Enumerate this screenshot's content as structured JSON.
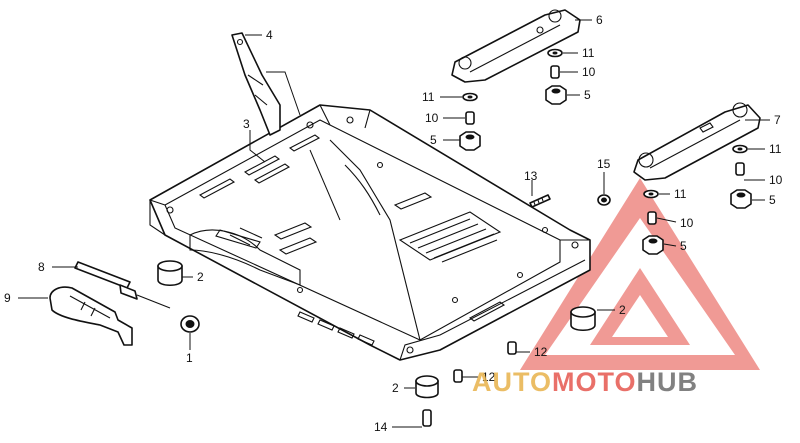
{
  "diagram": {
    "callouts": [
      {
        "id": "c4",
        "text": "4"
      },
      {
        "id": "c3",
        "text": "3"
      },
      {
        "id": "c6",
        "text": "6"
      },
      {
        "id": "c11a",
        "text": "11"
      },
      {
        "id": "c10a",
        "text": "10"
      },
      {
        "id": "c5a",
        "text": "5"
      },
      {
        "id": "c11b",
        "text": "11"
      },
      {
        "id": "c10b",
        "text": "10"
      },
      {
        "id": "c5b",
        "text": "5"
      },
      {
        "id": "c7",
        "text": "7"
      },
      {
        "id": "c11c",
        "text": "11"
      },
      {
        "id": "c10c",
        "text": "10"
      },
      {
        "id": "c5c",
        "text": "5"
      },
      {
        "id": "c13",
        "text": "13"
      },
      {
        "id": "c15",
        "text": "15"
      },
      {
        "id": "c11d",
        "text": "11"
      },
      {
        "id": "c10d",
        "text": "10"
      },
      {
        "id": "c5d",
        "text": "5"
      },
      {
        "id": "c8",
        "text": "8"
      },
      {
        "id": "c2a",
        "text": "2"
      },
      {
        "id": "c9",
        "text": "9"
      },
      {
        "id": "c1",
        "text": "1"
      },
      {
        "id": "c2b",
        "text": "2"
      },
      {
        "id": "c12a",
        "text": "12"
      },
      {
        "id": "c2c",
        "text": "2"
      },
      {
        "id": "c12b",
        "text": "12"
      },
      {
        "id": "c14",
        "text": "14"
      }
    ]
  },
  "watermark": {
    "part1": "AUTO",
    "part2": "MOTO",
    "part3": "HUB",
    "colors": {
      "auto": "#e8b24a",
      "moto": "#e5574f",
      "hub": "#6b6b6b",
      "triangle": "#e5574f"
    }
  }
}
